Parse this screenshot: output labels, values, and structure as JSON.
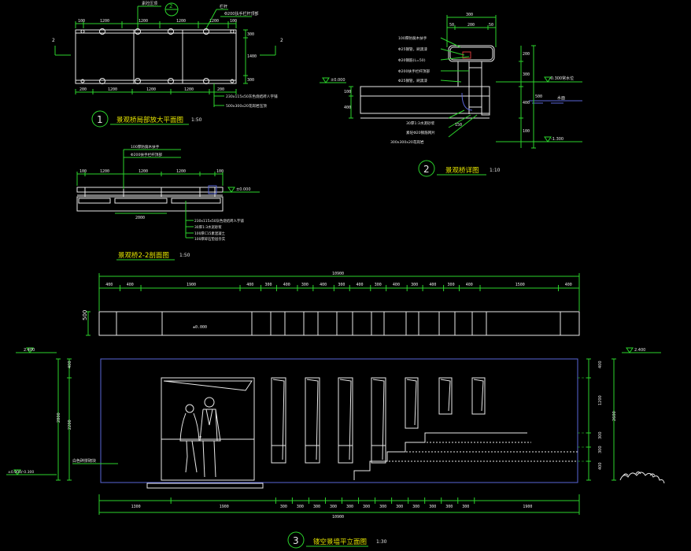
{
  "colors": {
    "background": "#000000",
    "line": "#2bd52b",
    "text": "#e8e8e8",
    "accent": "#e6e600",
    "blue": "#5a66d8"
  },
  "detail1": {
    "number": "1",
    "title": "景观桥局部放大平面图",
    "scale": "1:50",
    "section_marker": "2",
    "section_label": "2",
    "top_notes": [
      "素砼压顶",
      "栏杆",
      "Φ200扶手栏杆顶部"
    ],
    "top_dims": [
      "100",
      "1200",
      "1200",
      "1200",
      "1200",
      "100"
    ],
    "bottom_dims": [
      "200",
      "1200",
      "1200",
      "1200",
      "200"
    ],
    "side_dims": [
      "300",
      "1400",
      "300"
    ],
    "notes": [
      "230x115x50灰色烧结砖人字铺",
      "500x300x20花岗岩压顶"
    ]
  },
  "detail2": {
    "number": "2",
    "title": "景观桥详图",
    "scale": "1:10",
    "top_dims": [
      "300",
      "50",
      "200",
      "50"
    ],
    "notes": [
      "100厚防腐木扶手",
      "Φ25钢管，刷黑漆",
      "Φ20钢筋(L=50)",
      "Φ200扶手栏杆顶部",
      "Φ25钢管，刷黑漆"
    ],
    "lower_notes": [
      "30厚1:3水泥砂浆",
      "素砼Φ20钢筋网片",
      "300x300x20花岗岩"
    ],
    "left_level": "±0.000",
    "right_level": "-0.300常水位",
    "bottom_level": "-1.300",
    "water_label": "水面",
    "left_dims": [
      "100",
      "400"
    ],
    "right_dims": [
      "200",
      "300",
      "400",
      "500",
      "100"
    ],
    "mid_dim": "150"
  },
  "section22": {
    "title": "景观桥2-2剖面图",
    "scale": "1:50",
    "top_dims": [
      "100",
      "1200",
      "1200",
      "1200",
      "100"
    ],
    "mid_dim": "2000",
    "level": "±0.000",
    "notes": [
      "100厚防腐木扶手",
      "Φ200扶手栏杆顶部",
      "230x115x50灰色烧结砖人字铺",
      "30厚1:3水泥砂浆",
      "100厚C15素混凝土",
      "100厚碎石垫层夯实"
    ]
  },
  "elevation": {
    "number": "3",
    "title": "镂空景墙平立面图",
    "scale": "1:30",
    "total_top": "10900",
    "top_dims": [
      "400",
      "400",
      "1900",
      "400",
      "300",
      "400",
      "300",
      "400",
      "300",
      "400",
      "300",
      "400",
      "300",
      "400",
      "300",
      "400",
      "1500",
      "400"
    ],
    "plan_height": "500",
    "plan_level": "±0.000",
    "left_levels": [
      "2.400",
      "±0.000/-0.300"
    ],
    "right_level": "2.400",
    "left_dims": [
      "400",
      "2200"
    ],
    "left_total": "2800",
    "right_dims": [
      "400",
      "1200",
      "300",
      "300",
      "400"
    ],
    "right_total": "2600",
    "material_label": "白色碎拼砌块",
    "bottom_dims": [
      "1300",
      "1900",
      "300",
      "300",
      "300",
      "300",
      "300",
      "300",
      "300",
      "300",
      "300",
      "300",
      "300",
      "300",
      "1900"
    ],
    "total_bottom": "10900"
  }
}
